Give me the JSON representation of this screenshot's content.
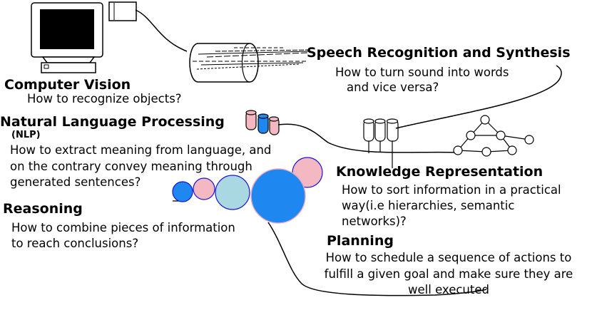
{
  "colors": {
    "ink": "#000000",
    "screen": "#000000",
    "monitor": "#ffffff",
    "pink": "#f4b8c3",
    "dark_blue": "#1e88f0",
    "light_blue": "#a9d8e3",
    "ring_blue": "#1a14d6"
  },
  "topics": {
    "vision": {
      "title": "Computer Vision",
      "question": "How to recognize objects?"
    },
    "speech": {
      "title": "Speech Recognition and Synthesis",
      "lines": [
        "How to turn sound into words",
        "and vice versa?"
      ]
    },
    "nlp": {
      "title": "Natural Language Processing",
      "abbr": "(NLP)",
      "lines": [
        "How to extract meaning from language, and",
        "on the contrary convey meaning through",
        "generated sentences?"
      ]
    },
    "knowledge": {
      "title": "Knowledge Representation",
      "lines": [
        "How to sort information in a practical",
        "way(i.e hierarchies, semantic",
        "networks)?"
      ]
    },
    "reasoning": {
      "title": "Reasoning",
      "lines": [
        "How to combine pieces of information",
        "to reach conclusions?"
      ]
    },
    "planning": {
      "title": "Planning",
      "lines": [
        "How to schedule a sequence of actions to",
        "fulfill a given goal and make sure they are",
        "well executed"
      ]
    }
  }
}
